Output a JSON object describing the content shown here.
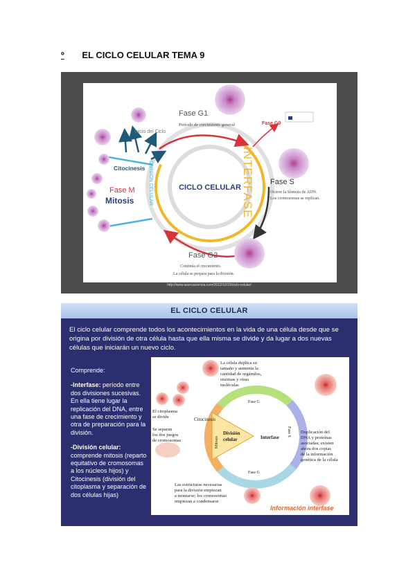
{
  "heading": {
    "number": "º",
    "title": "EL CICLO CELULAR TEMA 9"
  },
  "figure1": {
    "center": "CICLO CELULAR",
    "g1": {
      "title": "Fase G1",
      "desc": "Período de crecimiento general"
    },
    "g0": {
      "title": "Fase G0"
    },
    "s": {
      "title": "Fase S",
      "desc1": "Ocurre la Síntesis de ADN.",
      "desc2": "Los cromosomas se replican."
    },
    "g2": {
      "title": "Fase G2",
      "desc1": "Continúa el crecimiento.",
      "desc2": "La célula se prepara para la división."
    },
    "inicio": "Inicio del Ciclo",
    "citocinesis": "Citocinesis",
    "fase_m": "Fase M",
    "mitosis": "Mitosis",
    "division": "DIVISIÓN CELULAR",
    "interfase": "INTERFASE",
    "credit": "http://www.acercaciencia.com/2012/10/15/ciclo-celular/"
  },
  "figure2": {
    "header": "EL CICLO CELULAR",
    "intro": "El ciclo celular comprende todos los acontecimientos en la vida de una célula desde que se origina por división de otra célula hasta que ella misma se divide y da lugar a dos nuevas células que iniciarán un nuevo ciclo.",
    "comprende": "Comprende:",
    "interfase_label": "-Interfase:",
    "interfase_text": " período entre dos divisiones sucesivas. En ella tiene lugar la replicación del DNA, entre una fase de crecimiento y otra de preparación para la división.",
    "division_label": "-División celular:",
    "division_text": " comprende mitosis (reparto equitativo de cromosomas a los núcleos hijos) y Citocinesis (división del citoplasma y separación de dos células hijas)",
    "diagram": {
      "top_note1": "La célula duplica su",
      "top_note2": "tamaño y aumenta la",
      "top_note3": "cantidad de orgánulos,",
      "top_note4": "enzimas y otras",
      "top_note5": "moléculas",
      "citoplasma1": "El citoplasma",
      "citoplasma2": "se divide",
      "citocinesis": "Citocinesis",
      "separan1": "Se separan",
      "separan2": "los dos juegos",
      "separan3": "de cromosomas",
      "mitosis": "Mitosis",
      "division1": "División",
      "division2": "celular",
      "interfase": "Interfase",
      "fase_g1": "Fase G",
      "fase_s": "Fase S",
      "fase_g2": "Fase G",
      "right1": "Duplicación del",
      "right2": "DNA y proteínas",
      "right3": "asociadas; existen",
      "right4": "ahora dos copias",
      "right5": "de la información",
      "right6": "genética de la célula",
      "bottom1": "Las estructuras necesarias",
      "bottom2": "para la división empiezan",
      "bottom3": "a montarse; los cromosomas",
      "bottom4": "empiezan a condensarse",
      "info": "Información interfase"
    }
  }
}
